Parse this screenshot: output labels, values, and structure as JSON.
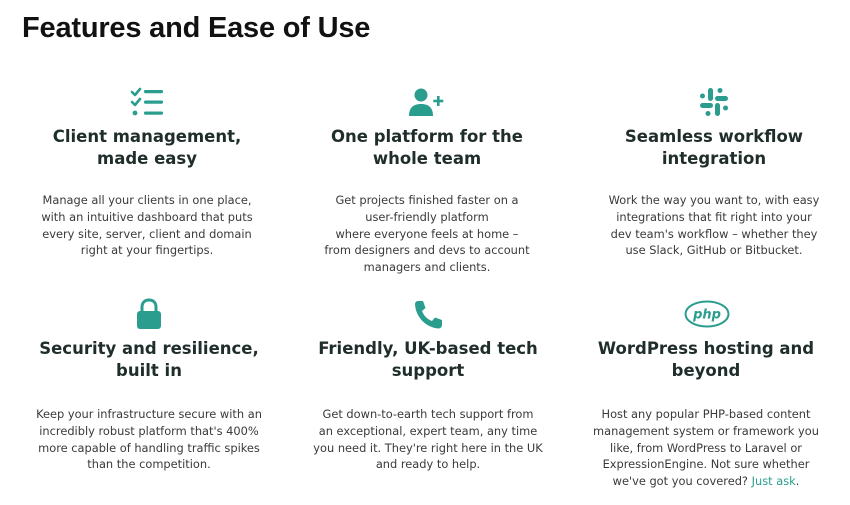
{
  "page": {
    "title": "Features and Ease of Use"
  },
  "accent_color": "#2a9d8f",
  "features": [
    {
      "icon": "checklist-icon",
      "title": "Client management,\nmade easy",
      "description": "Manage all your clients in one place,\nwith an intuitive dashboard that puts\nevery site, server, client and domain\nright at your fingertips."
    },
    {
      "icon": "add-user-icon",
      "title": "One platform for the\nwhole team",
      "description": "Get projects finished faster on a\nuser-friendly platform\nwhere everyone feels at home –\nfrom designers and devs to account\nmanagers and clients."
    },
    {
      "icon": "slack-icon",
      "title": "Seamless workflow\nintegration",
      "description": "Work the way you want to, with easy\nintegrations that fit right into your\ndev team's workflow – whether they\nuse Slack, GitHub or Bitbucket."
    },
    {
      "icon": "lock-icon",
      "title": "Security and resilience,\nbuilt in",
      "description": "Keep your infrastructure secure with an\nincredibly robust platform that's 400%\nmore capable of handling traffic spikes\nthan the competition."
    },
    {
      "icon": "phone-icon",
      "title": "Friendly, UK-based tech\nsupport",
      "description": "Get down-to-earth tech support from\nan exceptional, expert team, any time\nyou need it. They're right here in the UK\nand ready to help."
    },
    {
      "icon": "php-icon",
      "icon_text": "php",
      "title": "WordPress hosting and\nbeyond",
      "description": "Host any popular PHP-based content\nmanagement system or framework you\nlike, from WordPress to Laravel or\nExpressionEngine. Not sure whether\nwe've got you covered? ",
      "link_text": "Just ask",
      "trailing": "."
    }
  ]
}
